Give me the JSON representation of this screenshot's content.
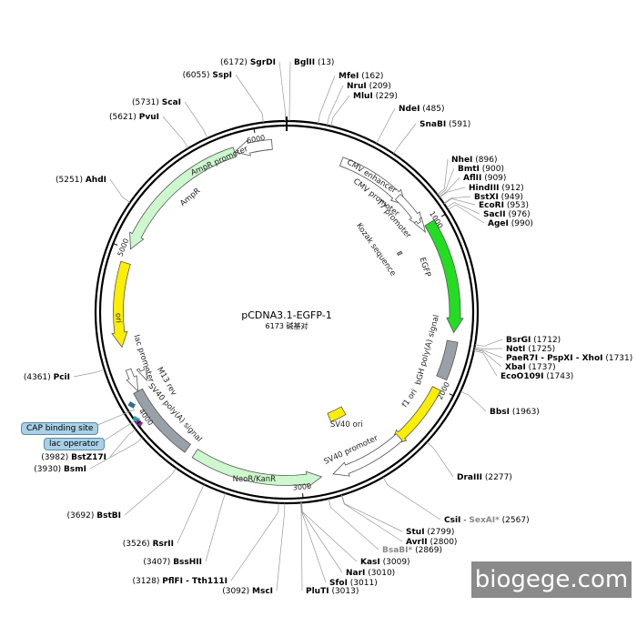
{
  "title": "pCDNA3.1-EGFP-1",
  "subtitle": "6173 碱基对",
  "total_bp": 6173,
  "watermark": "biogege.com",
  "colors": {
    "egfp": "#22dd22",
    "ori": "#ffee00",
    "resistance": "#cdf7cd",
    "promoter": "#ffffff",
    "polyA": "#9aa0a8",
    "callout": "#a9d0e6"
  },
  "enzymes": [
    {
      "name": "SgrDI",
      "pos": "(6172)"
    },
    {
      "name": "BglII",
      "pos": "(13)"
    },
    {
      "name": "SspI",
      "pos": "(6055)"
    },
    {
      "name": "MfeI",
      "pos": "(162)"
    },
    {
      "name": "NruI",
      "pos": "(209)"
    },
    {
      "name": "MluI",
      "pos": "(229)"
    },
    {
      "name": "ScaI",
      "pos": "(5731)"
    },
    {
      "name": "NdeI",
      "pos": "(485)"
    },
    {
      "name": "PvuI",
      "pos": "(5621)"
    },
    {
      "name": "SnaBI",
      "pos": "(591)"
    },
    {
      "name": "AhdI",
      "pos": "(5251)"
    },
    {
      "name": "NheI",
      "pos": "(896)"
    },
    {
      "name": "BmtI",
      "pos": "(900)"
    },
    {
      "name": "AflII",
      "pos": "(909)"
    },
    {
      "name": "HindIII",
      "pos": "(912)"
    },
    {
      "name": "BstXI",
      "pos": "(949)"
    },
    {
      "name": "EcoRI",
      "pos": "(953)"
    },
    {
      "name": "SacII",
      "pos": "(976)"
    },
    {
      "name": "AgeI",
      "pos": "(990)"
    },
    {
      "name": "BsrGI",
      "pos": "(1712)"
    },
    {
      "name": "NotI",
      "pos": "(1725)"
    },
    {
      "name": "PaeR7I - PspXI - XhoI",
      "pos": "(1731)"
    },
    {
      "name": "XbaI",
      "pos": "(1737)"
    },
    {
      "name": "EcoO109I",
      "pos": "(1743)"
    },
    {
      "name": "PciI",
      "pos": "(4361)"
    },
    {
      "name": "BbsI",
      "pos": "(1963)"
    },
    {
      "name": "BstZ17I",
      "pos": "(3982)"
    },
    {
      "name": "BsmI",
      "pos": "(3930)"
    },
    {
      "name": "DraIII",
      "pos": "(2277)"
    },
    {
      "name": "CsiI",
      "pos": "",
      "extra": "SexAI*",
      "extra_pos": "(2567)"
    },
    {
      "name": "BstBI",
      "pos": "(3692)"
    },
    {
      "name": "StuI",
      "pos": "(2799)"
    },
    {
      "name": "AvrII",
      "pos": "(2800)"
    },
    {
      "name": "RsrII",
      "pos": "(3526)"
    },
    {
      "name": "BsaBI*",
      "pos": "(2869)",
      "grey": true
    },
    {
      "name": "BssHII",
      "pos": "(3407)"
    },
    {
      "name": "KasI",
      "pos": "(3009)"
    },
    {
      "name": "NarI",
      "pos": "(3010)"
    },
    {
      "name": "PflFI - Tth111I",
      "pos": "(3128)"
    },
    {
      "name": "SfoI",
      "pos": "(3011)"
    },
    {
      "name": "PluTI",
      "pos": "(3013)"
    },
    {
      "name": "MscI",
      "pos": "(3092)"
    }
  ],
  "features": [
    {
      "name": "CMV enhancer"
    },
    {
      "name": "CMV promoter"
    },
    {
      "name": "T7 promoter"
    },
    {
      "name": "Kozak sequence"
    },
    {
      "name": "EGFP"
    },
    {
      "name": "bGH poly(A) signal"
    },
    {
      "name": "f1 ori"
    },
    {
      "name": "SV40 promoter"
    },
    {
      "name": "SV40 ori"
    },
    {
      "name": "NeoR/KanR"
    },
    {
      "name": "SV40 poly(A) signal"
    },
    {
      "name": "lac promoter"
    },
    {
      "name": "M13 rev"
    },
    {
      "name": "ori"
    },
    {
      "name": "AmpR"
    },
    {
      "name": "AmpR promoter"
    }
  ],
  "callouts": [
    {
      "name": "CAP binding site"
    },
    {
      "name": "lac operator"
    }
  ],
  "ticks": [
    "1000",
    "2000",
    "3000",
    "4000",
    "5000",
    "6000"
  ]
}
